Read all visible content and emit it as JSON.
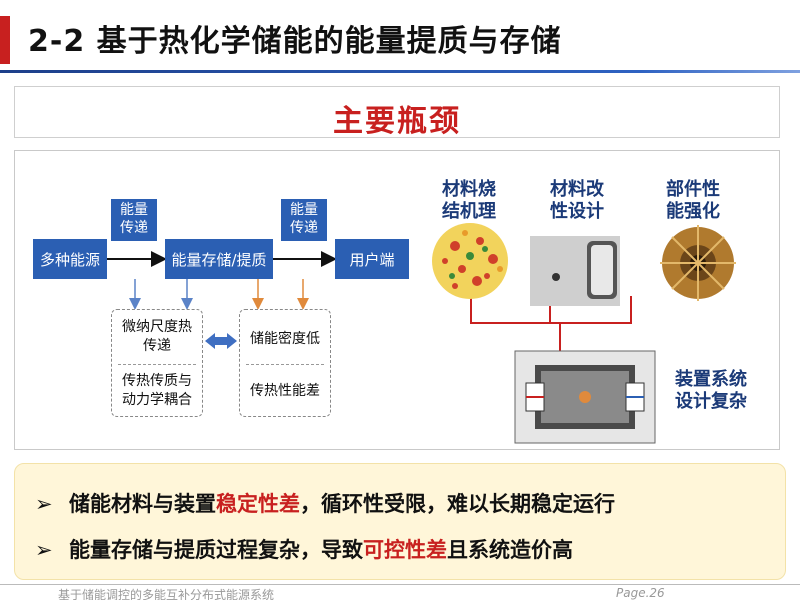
{
  "header": {
    "title": "2-2 基于热化学储能的能量提质与存储"
  },
  "heading": "主要瓶颈",
  "diagram": {
    "nodes": {
      "source": "多种能源",
      "storage": "能量存储/提质",
      "user": "用户端"
    },
    "transfer_labels": {
      "first": [
        "能量",
        "传递"
      ],
      "second": [
        "能量",
        "传递"
      ]
    },
    "left_box": {
      "top": [
        "微纳尺度热",
        "传递"
      ],
      "bottom": [
        "传热传质与",
        "动力学耦合"
      ]
    },
    "right_box": {
      "top": "储能密度低",
      "bottom": "传热性能差"
    },
    "captions": {
      "material_sintering": [
        "材料烧",
        "结机理"
      ],
      "material_modification": [
        "材料改",
        "性设计"
      ],
      "component": [
        "部件性",
        "能强化"
      ],
      "system": [
        "装置系统",
        "设计复杂"
      ]
    }
  },
  "bullets": [
    {
      "mark": "➢",
      "pre": "储能材料与装置",
      "hl": "稳定性差",
      "post": "，循环性受限，难以长期稳定运行"
    },
    {
      "mark": "➢",
      "pre": "能量存储与提质过程复杂，导致",
      "hl": "可控性差",
      "post": "且系统造价高"
    }
  ],
  "footer": {
    "left": "基于储能调控的多能互补分布式能源系统",
    "right": "Page.26"
  },
  "colors": {
    "accent_red": "#c8201f",
    "node_blue": "#2b5fb3",
    "caption_navy": "#1b3a78",
    "bullet_bg": "#fff6d9"
  }
}
